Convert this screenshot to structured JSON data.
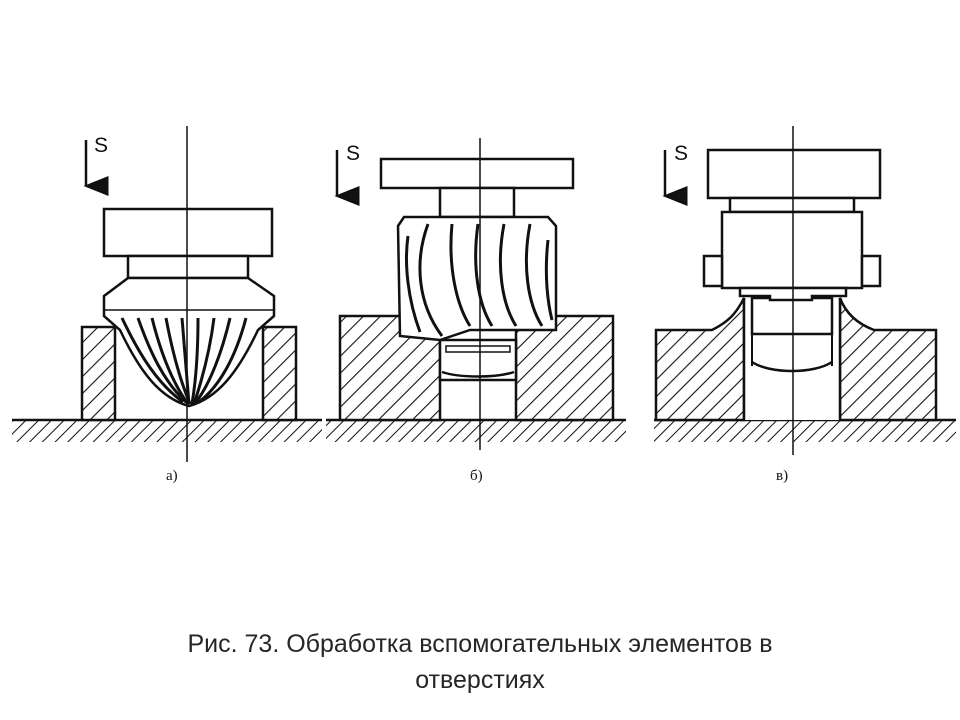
{
  "subfigures": [
    {
      "label": "а)",
      "feed_symbol": "S"
    },
    {
      "label": "б)",
      "feed_symbol": "S"
    },
    {
      "label": "в)",
      "feed_symbol": "S"
    }
  ],
  "caption": {
    "line1": "Рис. 73. Обработка вспомогательных элементов в",
    "line2": "отверстиях"
  }
}
